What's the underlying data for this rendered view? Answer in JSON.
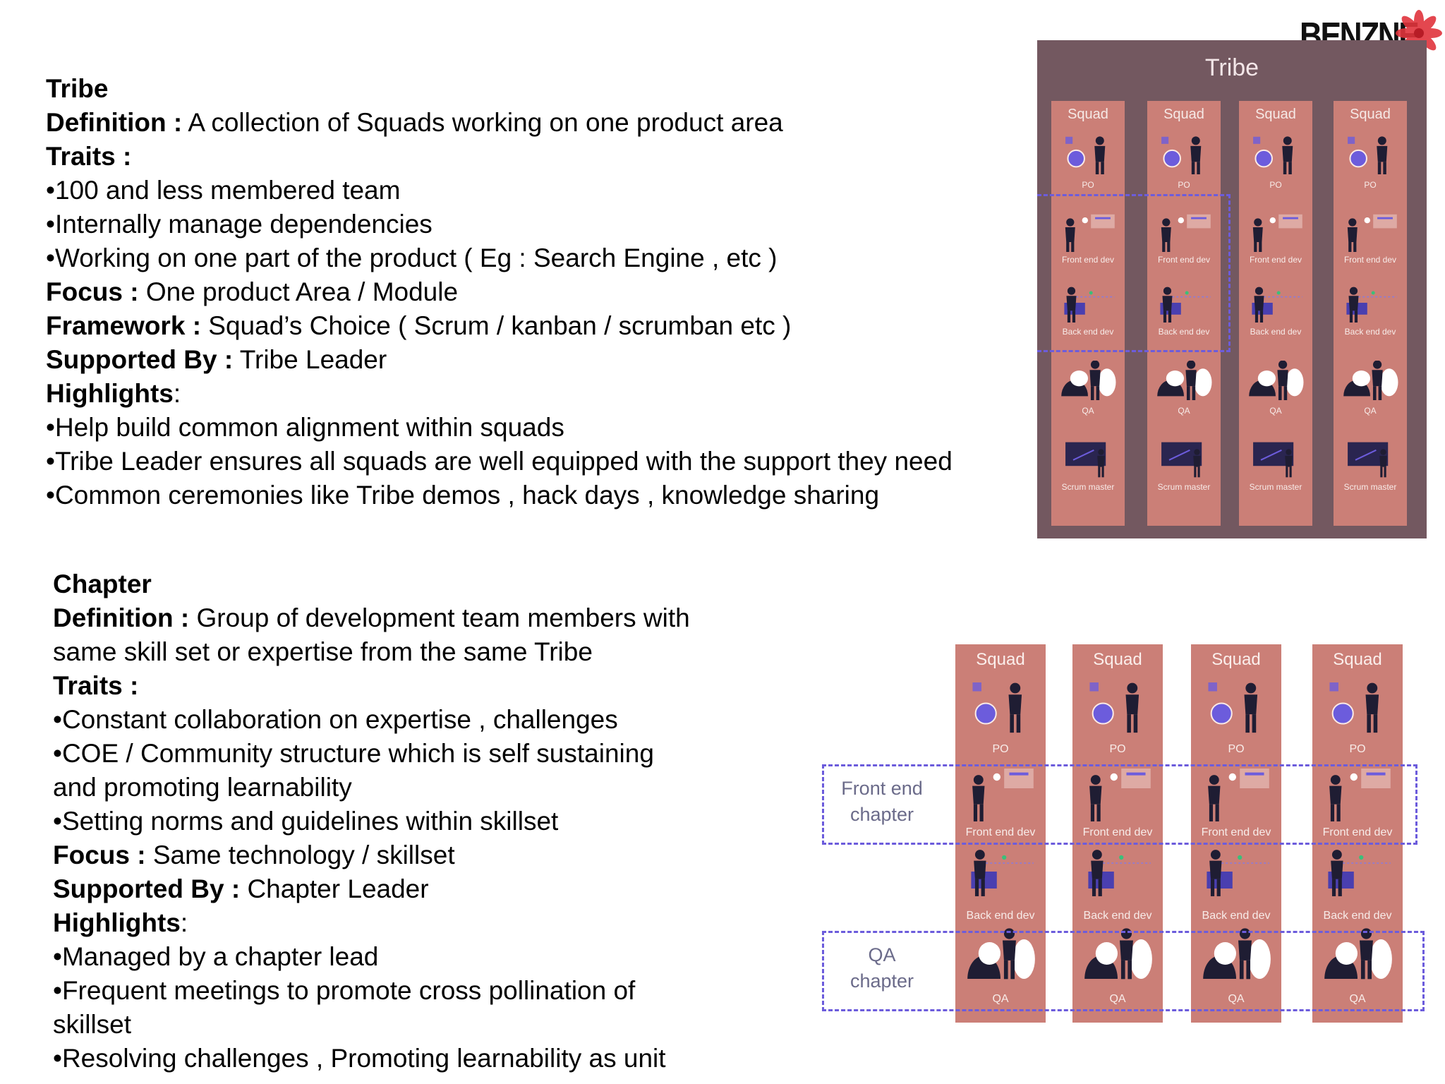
{
  "brand": {
    "name": "BENZNE",
    "icon": "red-flower-logo"
  },
  "tribe": {
    "heading": "Tribe",
    "definition_label": "Definition :",
    "definition_text": " A collection  of Squads working on one product area",
    "traits_label": "Traits :",
    "traits": [
      "•100 and less membered team",
      "•Internally manage dependencies",
      "•Working on one part of the product ( Eg : Search Engine , etc )"
    ],
    "focus_label": "Focus :",
    "focus_text": " One product Area / Module",
    "framework_label": "Framework :",
    "framework_text": " Squad’s Choice ( Scrum / kanban / scrumban etc )",
    "supported_label": "Supported By :",
    "supported_text": " Tribe Leader",
    "highlights_label": "Highlights",
    "highlights_colon": ":",
    "highlights": [
      "•Help build common alignment within squads",
      "•Tribe Leader ensures all squads are well equipped with the support they need",
      "•Common ceremonies like Tribe demos , hack days , knowledge sharing"
    ]
  },
  "chapter": {
    "heading": "Chapter",
    "definition_label": "Definition :",
    "definition_line1": " Group of development team members with",
    "definition_line2": "same skill set or expertise from the same Tribe",
    "traits_label": "Traits :",
    "traits": [
      "•Constant collaboration on expertise , challenges",
      "•COE / Community structure which is self sustaining",
      "and  promoting learnability",
      "•Setting norms and guidelines within skillset"
    ],
    "focus_label": "Focus :",
    "focus_text": " Same technology / skillset",
    "supported_label": "Supported By :",
    "supported_text": " Chapter Leader",
    "highlights_label": "Highlights",
    "highlights_colon": ":",
    "highlights": [
      "•Managed by a chapter lead",
      "•Frequent meetings to promote cross pollination of",
      "skillset",
      "•Resolving challenges , Promoting learnability as unit"
    ]
  },
  "tribe_figure": {
    "title": "Tribe",
    "squad_label": "Squad",
    "roles": [
      "PO",
      "Front end dev",
      "Back end dev",
      "QA",
      "Scrum master"
    ],
    "column_color": "#cb7f77",
    "background_color": "#735860",
    "highlight_color": "#6c5cdc"
  },
  "chapter_figure": {
    "squad_label": "Squad",
    "roles": [
      "PO",
      "Front end dev",
      "Back end dev",
      "QA"
    ],
    "front_end_chapter_line1": "Front end",
    "front_end_chapter_line2": "chapter",
    "qa_chapter_line1": "QA",
    "qa_chapter_line2": "chapter",
    "column_color": "#cb7f77",
    "dash_color": "#6c5cdc"
  }
}
